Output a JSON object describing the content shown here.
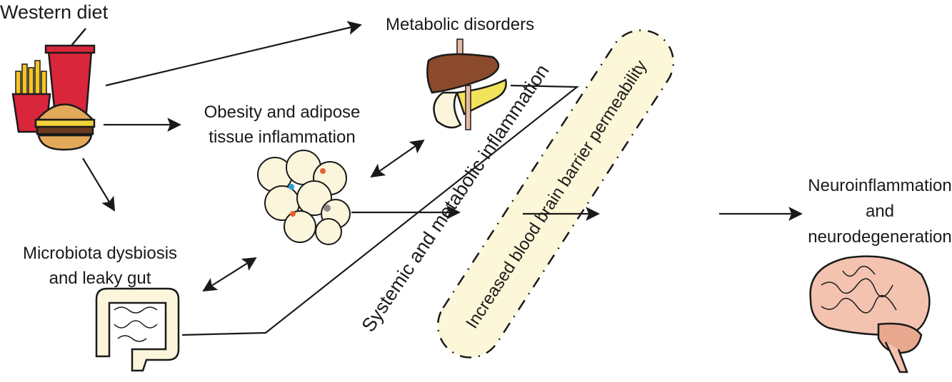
{
  "nodes": {
    "western_diet": "Western diet",
    "metabolic_disorders": "Metabolic disorders",
    "obesity": [
      "Obesity and adipose",
      "tissue inflammation"
    ],
    "microbiota": [
      "Microbiota dysbiosis",
      "and leaky gut"
    ],
    "systemic": "Systemic and metabolic inflammation",
    "bbb": "Increased blood brain barrier permeability",
    "neuro": [
      "Neuroinflammation",
      "and",
      "neurodegeneration"
    ]
  },
  "icons": [
    "fast-food-icon",
    "liver-pancreas-icon",
    "adipose-cells-icon",
    "intestine-icon",
    "brain-icon"
  ],
  "colors": {
    "band": "#fcf7d8",
    "liver": "#8b4a2b",
    "pancreas": "#f2e35a",
    "cell": "#fbf5dc",
    "brain": "#f3c3b0",
    "drink": "#d9263a",
    "fries": "#f6c523"
  }
}
